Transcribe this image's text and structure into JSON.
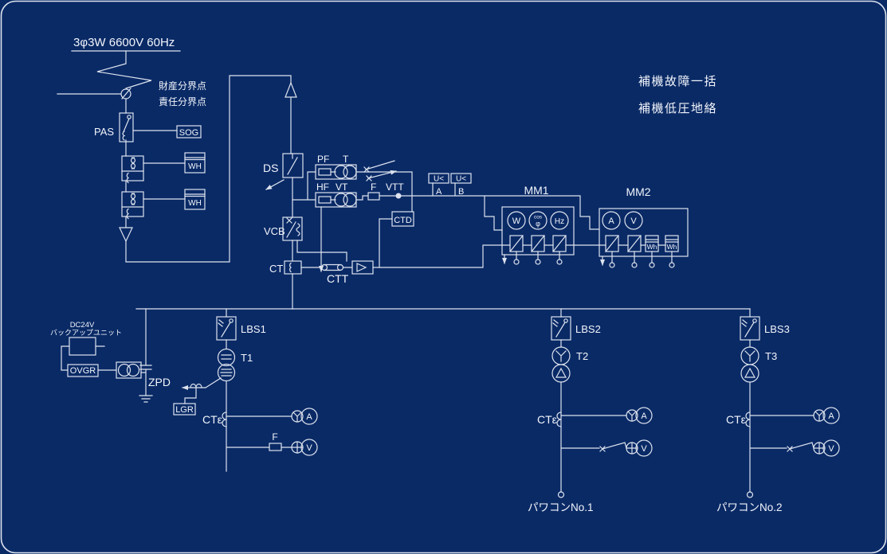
{
  "colors": {
    "background": "#0a2a66",
    "line": "#dde3ee",
    "text": "#f2f5fb"
  },
  "source": {
    "system": "3φ3W  6600V 60Hz",
    "boundary_property": "財産分界点",
    "boundary_responsibility": "責任分界点"
  },
  "incoming": {
    "pas": "PAS",
    "sog": "SOG",
    "wh1": "WH",
    "wh2": "WH",
    "ds": "DS",
    "vcb": "VCB",
    "ct": "CT",
    "ctt": "CTT",
    "ctd": "CTD",
    "pf": "PF",
    "t": "T",
    "hf": "HF",
    "vt": "VT",
    "f": "F",
    "vtt": "VTT",
    "uv_a": "U<",
    "uv_b": "U<",
    "uv_a_label": "A",
    "uv_b_label": "B"
  },
  "panels": {
    "mm1": {
      "label": "MM1",
      "w": "W",
      "cos": "cos",
      "phi": "φ",
      "hz": "Hz"
    },
    "mm2": {
      "label": "MM2",
      "a": "A",
      "v": "V",
      "wh1": "Wh",
      "wh2": "Wh"
    }
  },
  "notes": {
    "line1": "補機故障一括",
    "line2": "補機低圧地絡"
  },
  "aux": {
    "dc24v": "DC24V",
    "backup_unit": "バックアップユニット",
    "ovgr": "OVGR",
    "zpd": "ZPD",
    "lgr": "LGR"
  },
  "feeders": {
    "f1": {
      "lbs": "LBS1",
      "transformer": "T1",
      "cte": "CTε",
      "fuse": "F",
      "ammeter": "A",
      "voltmeter": "V"
    },
    "f2": {
      "lbs": "LBS2",
      "transformer": "T2",
      "cte": "CTε",
      "ammeter": "A",
      "voltmeter": "V",
      "load": "パワコンNo.1"
    },
    "f3": {
      "lbs": "LBS3",
      "transformer": "T3",
      "cte": "CTε",
      "ammeter": "A",
      "voltmeter": "V",
      "load": "パワコンNo.2"
    }
  }
}
